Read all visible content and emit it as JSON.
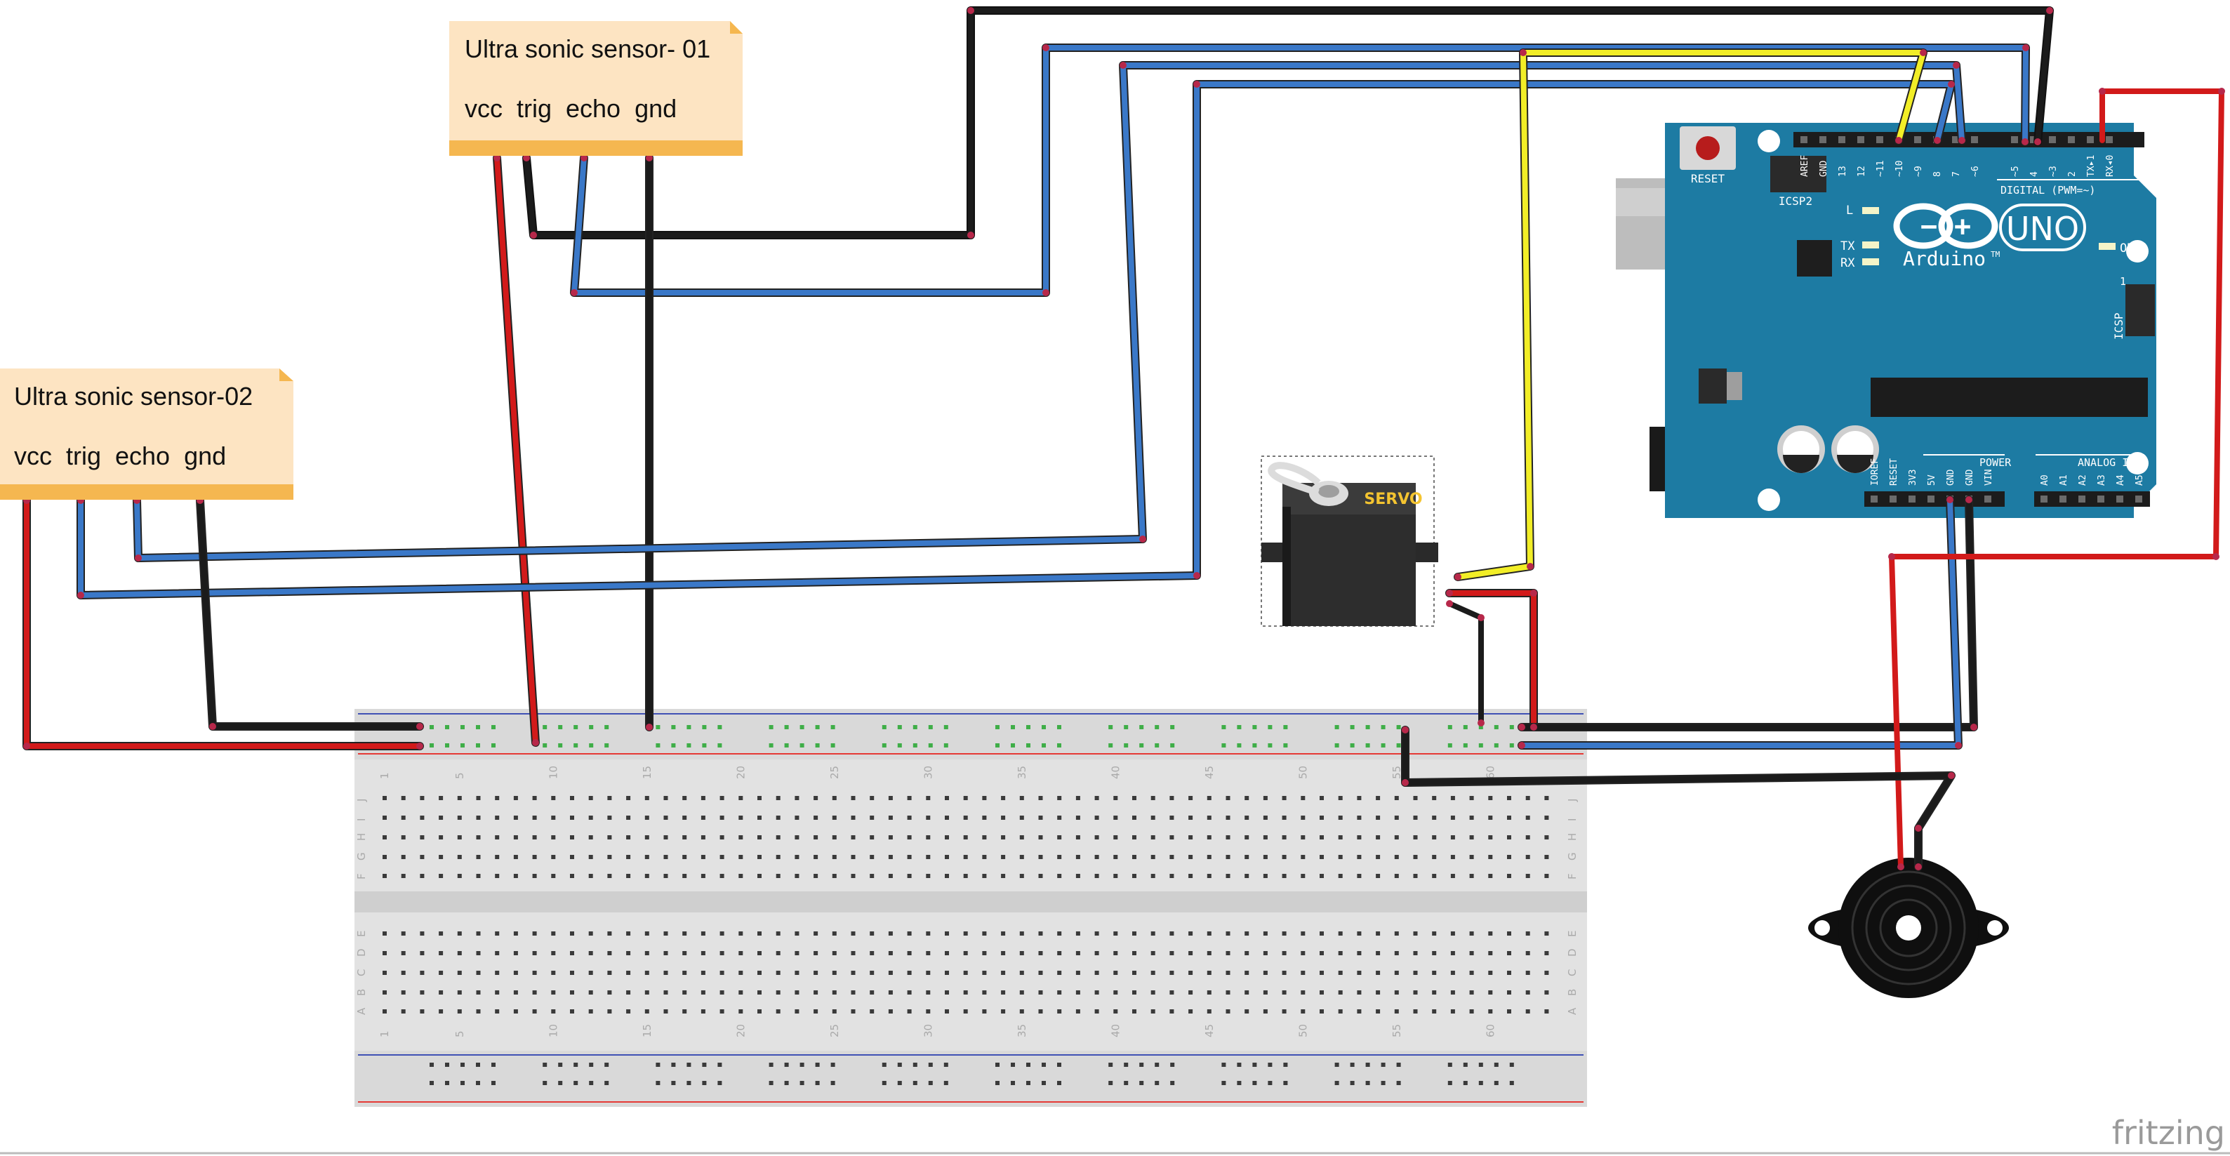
{
  "notes": {
    "sensor1": {
      "title": "Ultra sonic sensor- 01",
      "pins": "vcc  trig  echo  gnd"
    },
    "sensor2": {
      "title": "Ultra sonic sensor-02",
      "pins": "vcc  trig  echo  gnd"
    }
  },
  "servo": {
    "label": "SERVO"
  },
  "arduino": {
    "reset": "RESET",
    "icsp2": "ICSP2",
    "icsp": "ICSP",
    "logo_symbol": "−  +",
    "model": "UNO",
    "brand": "Arduino",
    "tm": "TM",
    "on": "ON",
    "led_l": "L",
    "led_tx": "TX",
    "led_rx": "RX",
    "digital": "DIGITAL (PWM=~)",
    "power": "POWER",
    "analog": "ANALOG IN",
    "icsp_pin1": "1",
    "digital_pins": [
      "AREF",
      "GND",
      "13",
      "12",
      "~11",
      "~10",
      "~9",
      "8",
      "7",
      "~6",
      "~5",
      "4",
      "~3",
      "2",
      "TX▸1",
      "RX◂0"
    ],
    "power_pins": [
      "IOREF",
      "RESET",
      "3V3",
      "5V",
      "GND",
      "GND",
      "VIN"
    ],
    "analog_pins": [
      "A0",
      "A1",
      "A2",
      "A3",
      "A4",
      "A5"
    ]
  },
  "breadboard": {
    "column_numbers": [
      "1",
      "5",
      "10",
      "15",
      "20",
      "25",
      "30",
      "35",
      "40",
      "45",
      "50",
      "55",
      "60"
    ],
    "rows_top": [
      "J",
      "I",
      "H",
      "G",
      "F"
    ],
    "rows_bottom": [
      "E",
      "D",
      "C",
      "B",
      "A"
    ]
  },
  "watermark": "fritzing",
  "colors": {
    "wire_red": "#d21a1a",
    "wire_black": "#1b1b1b",
    "wire_blue": "#3a78c8",
    "wire_yellow": "#f2ee27",
    "wire_outline": "#222222",
    "arduino": "#1d7ba3",
    "note": "#fde4c2",
    "note_shade": "#f5b750",
    "breadboard": "#e1e1e1"
  }
}
